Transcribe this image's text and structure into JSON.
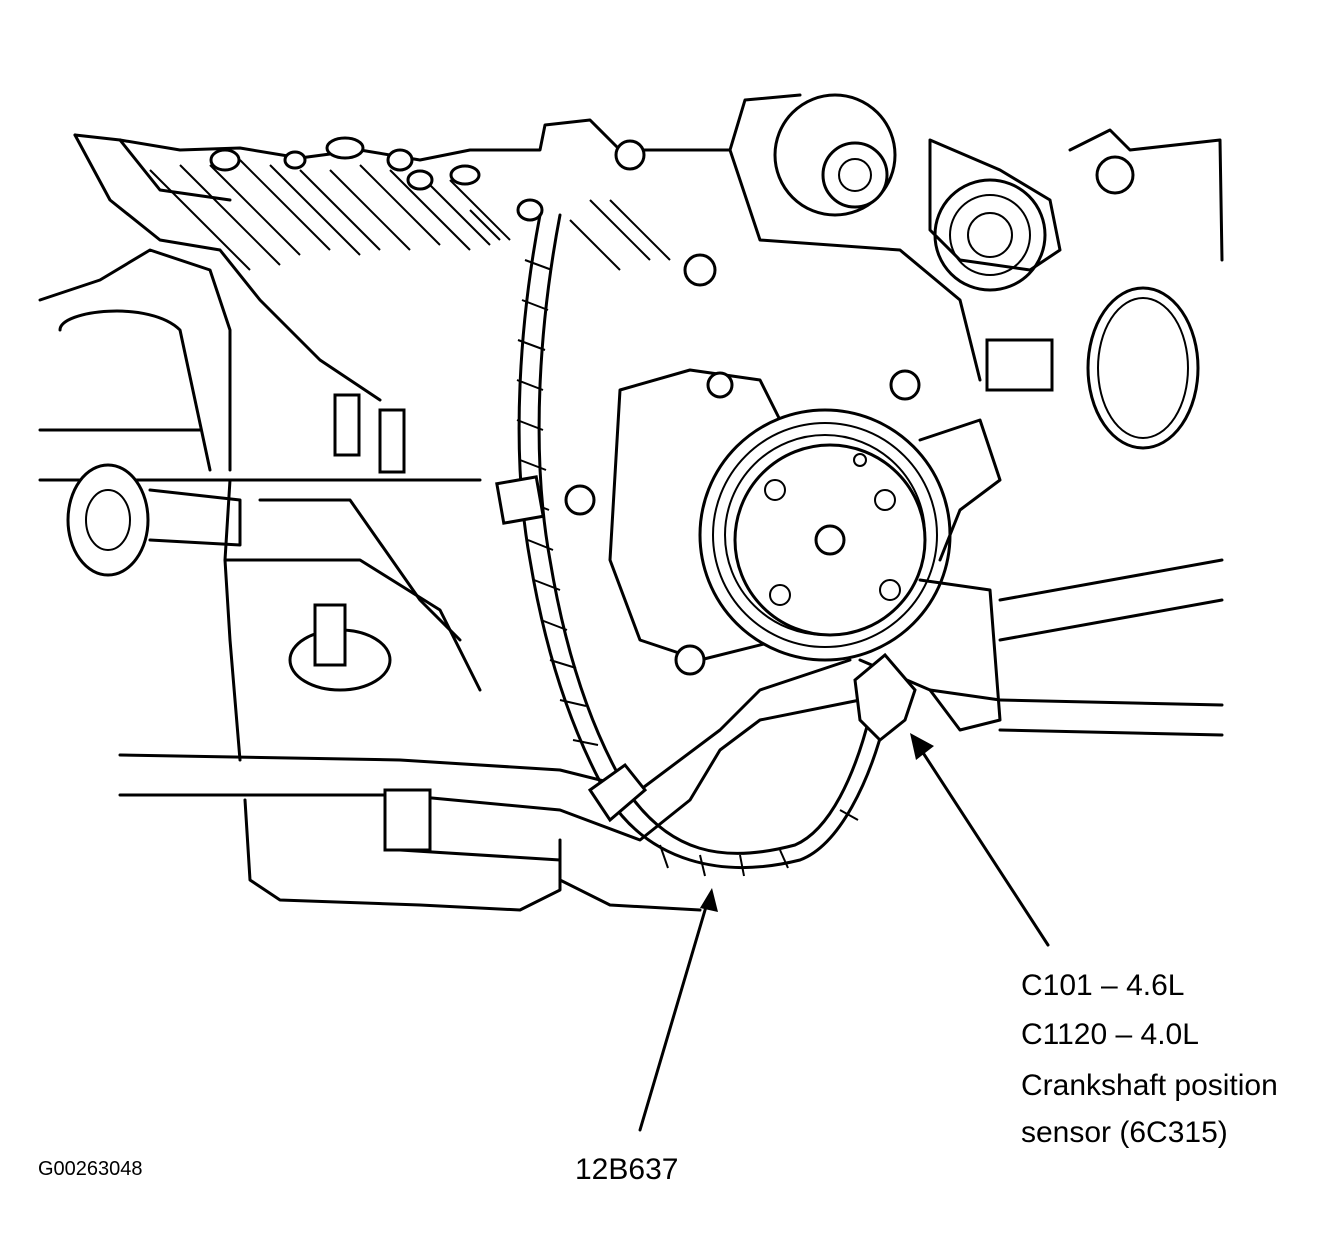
{
  "labels": {
    "connector_c101": "C101 – 4.6L",
    "connector_c1120": "C1120 – 4.0L",
    "sensor_line1": "Crankshaft position",
    "sensor_line2": "sensor (6C315)",
    "harness": "12B637",
    "figure_id": "G00263048"
  }
}
